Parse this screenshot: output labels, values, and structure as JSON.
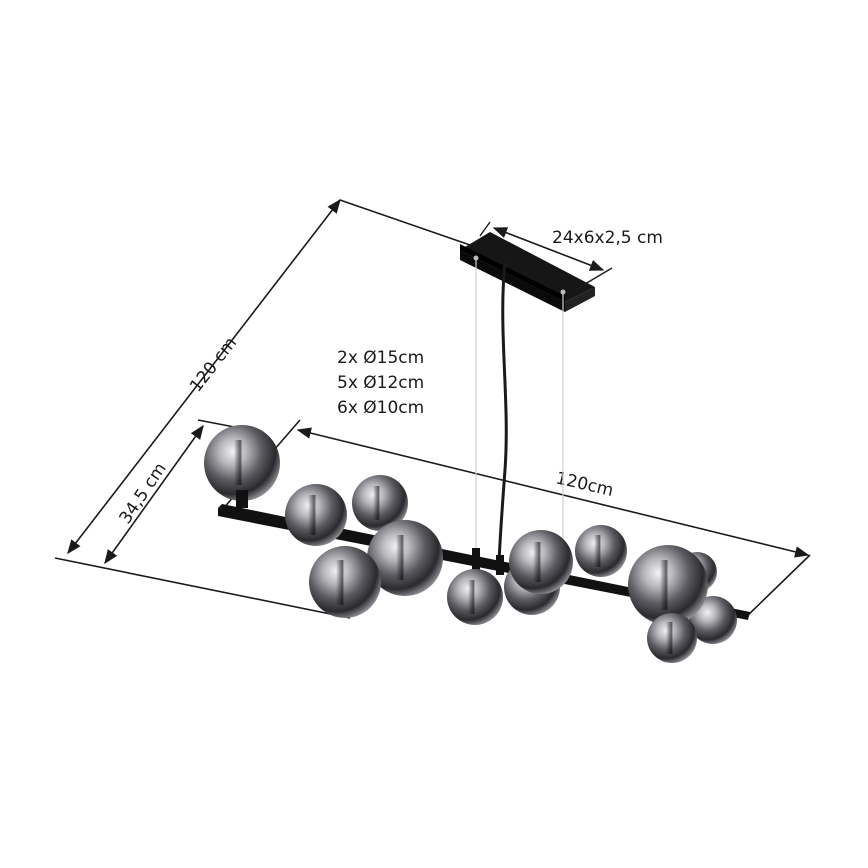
{
  "diagram": {
    "type": "product-dimension-drawing",
    "subject": "pendant light with smoked glass globes on black linear bar",
    "colors": {
      "background": "#ffffff",
      "lines": "#1a1a1a",
      "metal": "#111111",
      "globe_dark": "#2a2a2e",
      "globe_light": "#d8d8dc"
    }
  },
  "dimensions": {
    "canopy": "24x6x2,5 cm",
    "total_height": "120 cm",
    "bar_length": "120cm",
    "depth": "34,5 cm"
  },
  "globes": {
    "lines": [
      "2x Ø15cm",
      "5x Ø12cm",
      "6x Ø10cm"
    ]
  }
}
